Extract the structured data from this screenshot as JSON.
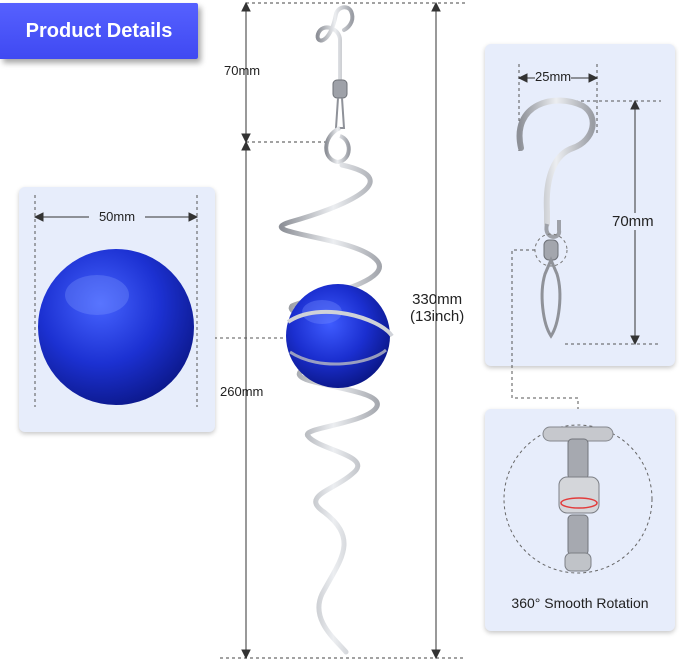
{
  "badge": {
    "title": "Product Details"
  },
  "dimensions": {
    "hook_height": "70mm",
    "body_height": "260mm",
    "total_height": "330mm",
    "total_height_inch": "(13inch)",
    "ball_width": "50mm",
    "hook_width": "25mm",
    "hook_detail_height": "70mm"
  },
  "rotation": {
    "caption": "360° Smooth Rotation"
  },
  "colors": {
    "badge": "#4a55fa",
    "panel": "#e7edfb",
    "ball": "#1a2fd8",
    "metal": "#b9bcc2"
  }
}
